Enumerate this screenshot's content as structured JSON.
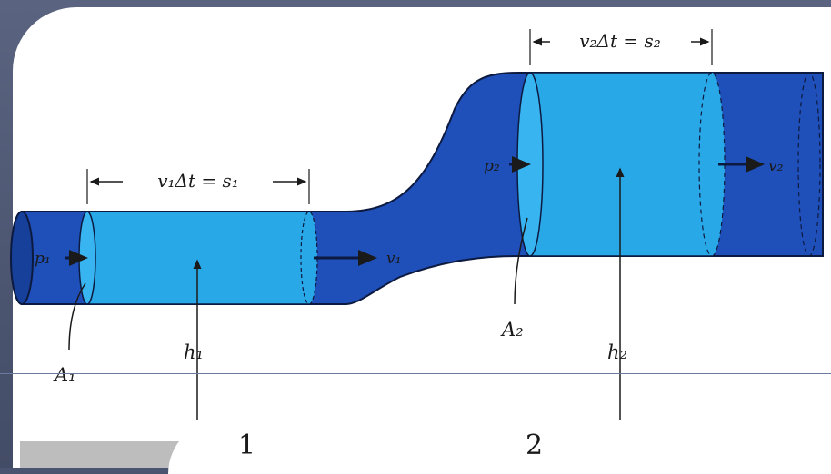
{
  "labels": {
    "segment1": "v₁Δt = s₁",
    "segment2": "v₂Δt = s₂",
    "p1": "p₁",
    "p2": "p₂",
    "v1": "v₁",
    "v2": "v₂",
    "A1": "A₁",
    "A2": "A₂",
    "h1": "h₁",
    "h2": "h₂",
    "mark1": "1",
    "mark2": "2"
  },
  "colors": {
    "pipe_dark": "#1f4fb8",
    "pipe_darker": "#17409a",
    "fluid_light": "#29a8e8",
    "outline": "#0d1a40"
  }
}
